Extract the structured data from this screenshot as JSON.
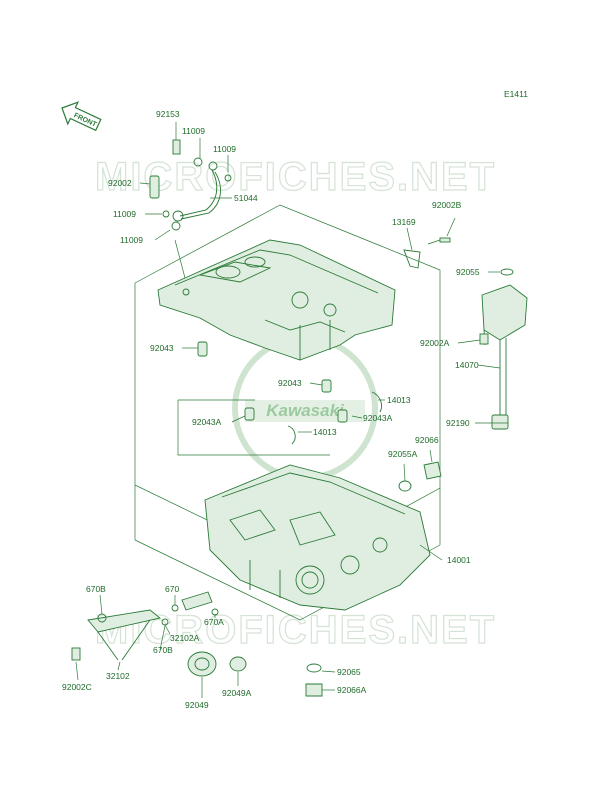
{
  "diagram": {
    "ref_code": "E1411",
    "front_badge": "FRONT",
    "watermark_text": "MICROFICHES.NET",
    "center_logo_text": "Kawasaki",
    "colors": {
      "line": "#2b7a38",
      "label": "#1f6b2a",
      "watermark": "#d5e3d6",
      "logo_green": "#7bb57f"
    },
    "labels": [
      "92153",
      "11009",
      "11009",
      "92002",
      "51044",
      "11009",
      "11009",
      "13169",
      "92002B",
      "92055",
      "92002A",
      "14070",
      "92043",
      "92043",
      "14013",
      "92043A",
      "92043A",
      "14013",
      "92190",
      "92066",
      "92055A",
      "14001",
      "670B",
      "670",
      "32102A",
      "670A",
      "670B",
      "32102",
      "92002C",
      "92065",
      "92066A",
      "92049",
      "92049A"
    ]
  }
}
